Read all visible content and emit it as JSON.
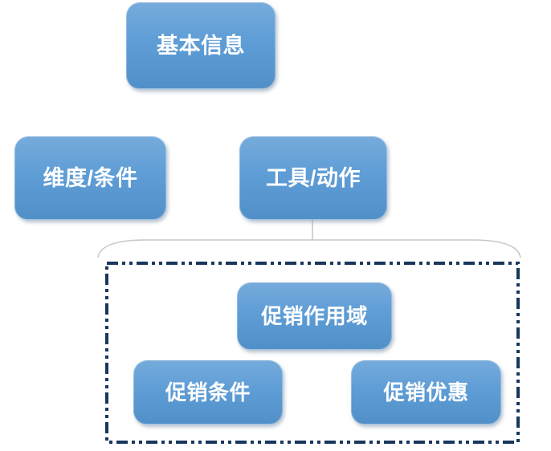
{
  "diagram": {
    "nodes": [
      {
        "id": "basic-info",
        "label": "基本信息"
      },
      {
        "id": "dimension-condition",
        "label": "维度/条件"
      },
      {
        "id": "tool-action",
        "label": "工具/动作"
      },
      {
        "id": "promotion-scope",
        "label": "促销作用域"
      },
      {
        "id": "promotion-condition",
        "label": "促销条件"
      },
      {
        "id": "promotion-benefit",
        "label": "促销优惠"
      }
    ],
    "groups": [
      {
        "id": "promotion-group",
        "border_style": "dash-dot-dot",
        "contains": [
          "promotion-scope",
          "promotion-condition",
          "promotion-benefit"
        ]
      }
    ],
    "edges": [
      {
        "from": "tool-action",
        "to": "promotion-group",
        "type": "brace-connector"
      }
    ]
  },
  "colors": {
    "bg": "#FFFFFF",
    "node-fill": "#5B9BD5",
    "node-text": "#FFFFFF",
    "dashed-border": "#17375E",
    "connector": "#C8C8C8"
  }
}
